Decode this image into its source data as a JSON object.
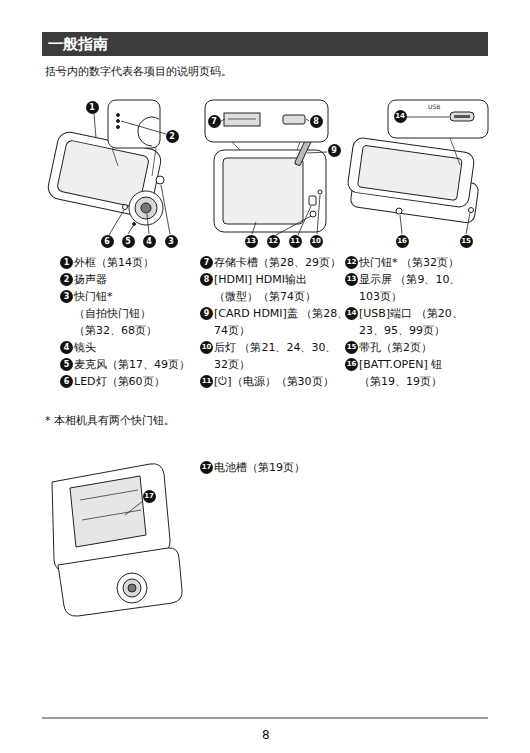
{
  "diagram": {
    "title": "一般指南",
    "labels": [
      "括号内的数字代表各项目的说明页码。",
      "1",
      "2",
      "3",
      "4",
      "5",
      "6",
      "7",
      "8",
      "9",
      "10",
      "11",
      "12",
      "13",
      "14",
      "15",
      "16",
      "USB",
      "17",
      "1",
      "外框（第14页）",
      "2",
      "扬声器",
      "3",
      "快门钮* （自拍快门钮） （第32、68页）",
      "4",
      "镜头",
      "5",
      "麦克风（第17、49页）",
      "6",
      "LED灯（第60页）",
      "7",
      "存储卡槽（第28、29页）",
      "8",
      "[HDMI] HDMI输出 （微型）（第74页）",
      "9",
      "[CARD HDMI]盖 （第28、74页）",
      "10",
      "后灯 （第21、24、30、32页）",
      "11",
      "[⏻]（电源）（第30页）",
      "12",
      "快门钮* （第32页）",
      "13",
      "显示屏 （第9、10、103页）",
      "14",
      "[USB]端口 （第20、23、95、99页）",
      "15",
      "带孔（第2页）",
      "16",
      "[BATT.OPEN] 钮 （第19、19页）",
      "17",
      "电池槽（第19页）",
      "* 本相机具有两个快门钮。",
      "8"
    ]
  }
}
